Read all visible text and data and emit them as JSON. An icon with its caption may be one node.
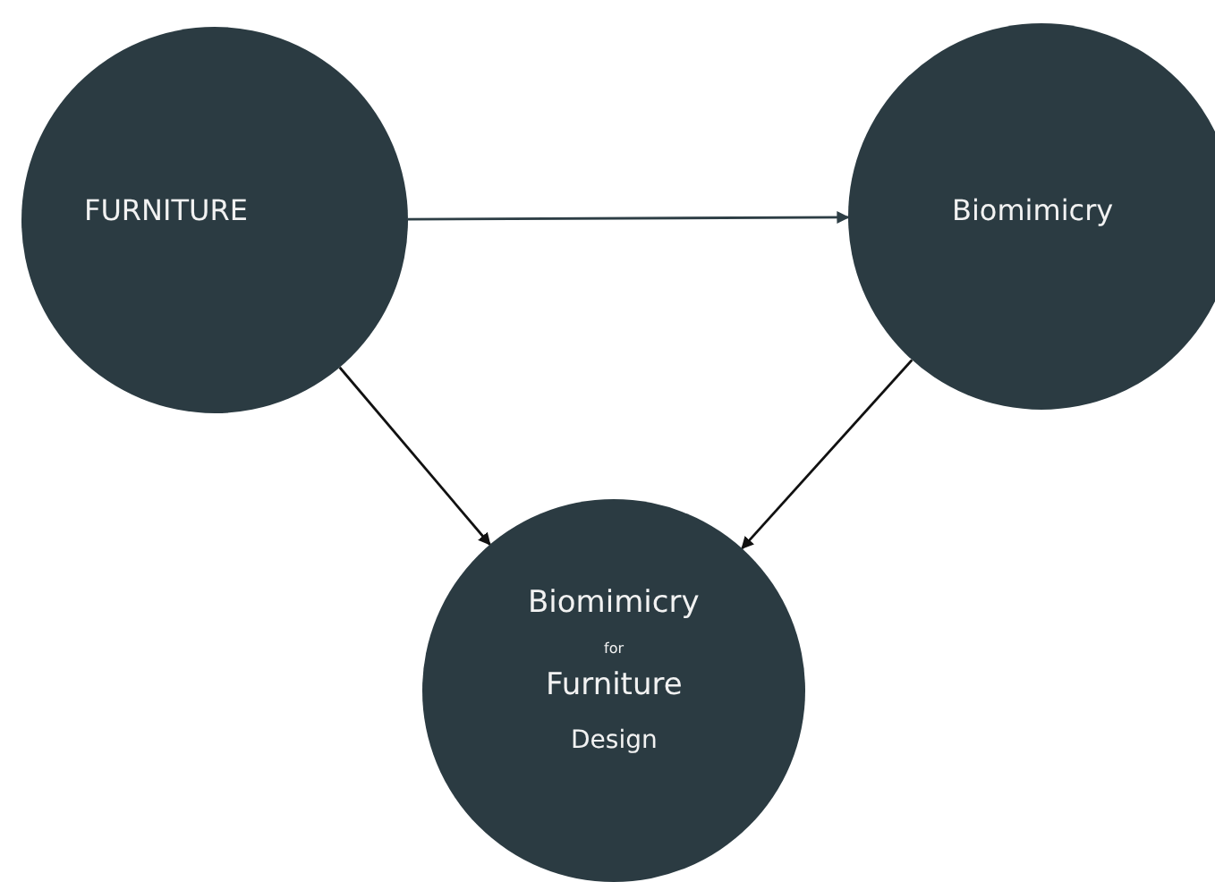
{
  "diagram": {
    "nodes": [
      {
        "text": [
          "FURNITURE"
        ]
      },
      {
        "text": [
          "Biomimicry"
        ]
      },
      {
        "text": [
          "Biomimicry",
          "for",
          "Furniture",
          "Design"
        ]
      }
    ],
    "edges": [
      {
        "from": 0,
        "to": 1,
        "arrow": "to",
        "color": "#2d3e45"
      },
      {
        "from": 0,
        "to": 2,
        "arrow": "to"
      },
      {
        "from": 1,
        "to": 2,
        "arrow": "to"
      }
    ]
  }
}
